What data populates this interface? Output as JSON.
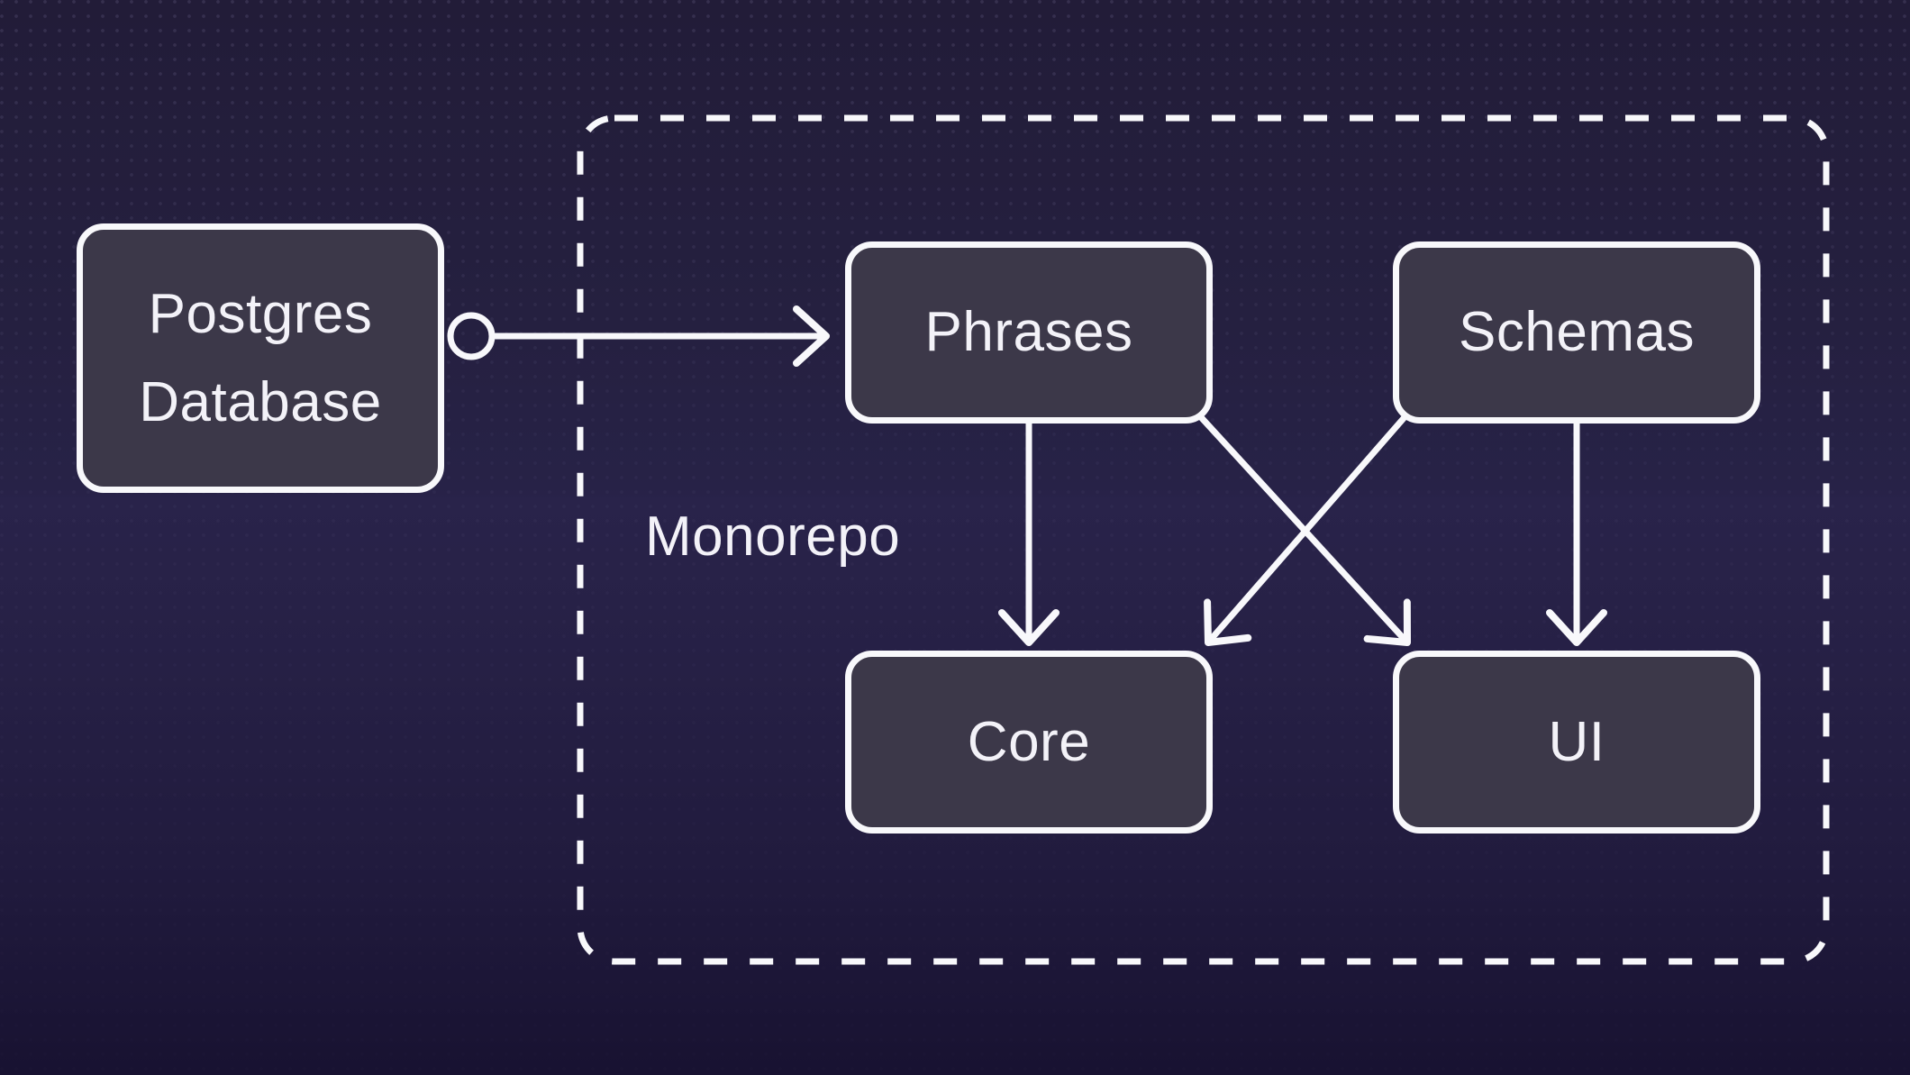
{
  "colors": {
    "background_top": "#221c38",
    "background_mid": "#272246",
    "background_bottom": "#181231",
    "node_fill": "#3c3849",
    "line": "#f8f8fb",
    "text": "#f3f2f8"
  },
  "container": {
    "label": "Monorepo"
  },
  "nodes": {
    "postgres": {
      "label_line1": "Postgres",
      "label_line2": "Database"
    },
    "phrases": {
      "label": "Phrases"
    },
    "schemas": {
      "label": "Schemas"
    },
    "core": {
      "label": "Core"
    },
    "ui": {
      "label": "UI"
    }
  },
  "edges": [
    {
      "from": "Postgres Database",
      "to": "Phrases",
      "style": "circle-tail-arrow"
    },
    {
      "from": "Phrases",
      "to": "Core",
      "style": "arrow"
    },
    {
      "from": "Phrases",
      "to": "UI",
      "style": "arrow"
    },
    {
      "from": "Schemas",
      "to": "Core",
      "style": "arrow"
    },
    {
      "from": "Schemas",
      "to": "UI",
      "style": "arrow"
    }
  ]
}
